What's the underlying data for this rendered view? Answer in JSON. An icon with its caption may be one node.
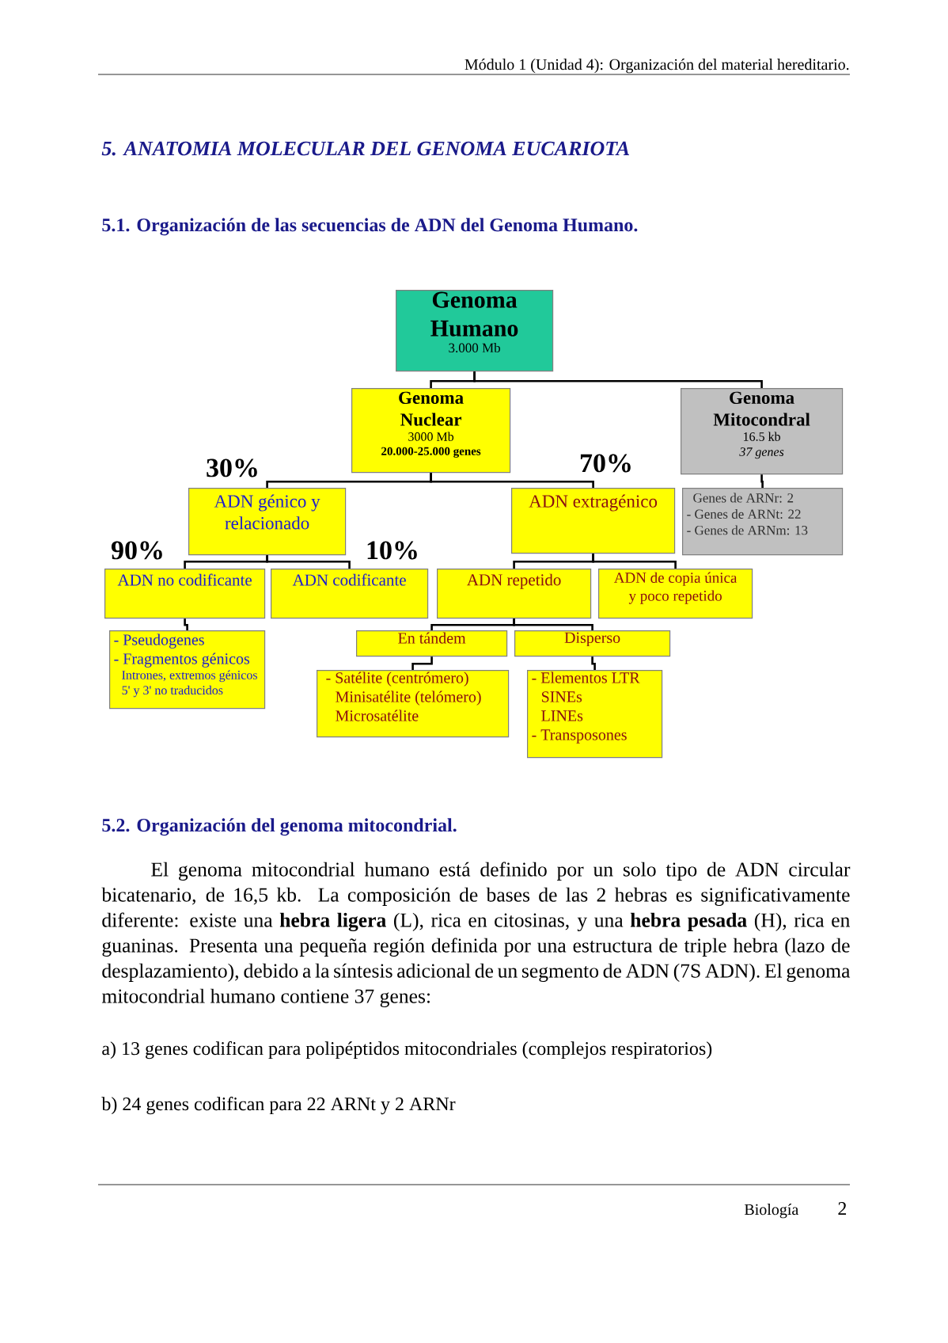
{
  "diagram": {
    "title": "5.1. Organización de las secuencias de ADN del Genoma Humano.",
    "nodes": [
      {
        "text": [
          "Genoma Humano",
          "3.000 Mb"
        ]
      },
      {
        "text": [
          "Genoma Nuclear",
          "3000 Mb",
          "20.000-25.000 genes"
        ]
      },
      {
        "text": [
          "Genoma Mitocondral",
          "16.5 kb",
          "37 genes"
        ]
      },
      {
        "text": [
          "ADN génico y relacionado"
        ],
        "beside": [
          "30%"
        ]
      },
      {
        "text": [
          "ADN extragénico"
        ],
        "beside": [
          "70%"
        ]
      },
      {
        "text": [
          "Genes de ARNr: 2",
          "- Genes de ARNt: 22",
          "- Genes de ARNm: 13"
        ]
      },
      {
        "text": [
          "ADN no codificante"
        ],
        "beside": [
          "90%"
        ]
      },
      {
        "text": [
          "ADN codificante"
        ],
        "beside": [
          "10%"
        ]
      },
      {
        "text": [
          "ADN repetido"
        ]
      },
      {
        "text": [
          "ADN de copia única y poco repetido"
        ]
      },
      {
        "text": [
          "- Pseudogenes",
          "- Fragmentos génicos",
          "Intrones, extremos génicos 5' y 3' no traducidos"
        ]
      },
      {
        "text": [
          "En tándem"
        ]
      },
      {
        "text": [
          "Disperso"
        ]
      },
      {
        "text": [
          "- Satélite (centrómero)",
          "Minisatélite (telómero)",
          "Microsatélite"
        ]
      },
      {
        "text": [
          "- Elementos LTR",
          "SINEs",
          "LINEs",
          "- Transposones"
        ]
      }
    ],
    "edges": [
      {
        "from": 0,
        "to": 1,
        "arrow": "none"
      },
      {
        "from": 0,
        "to": 2,
        "arrow": "none"
      },
      {
        "from": 1,
        "to": 3,
        "arrow": "none"
      },
      {
        "from": 1,
        "to": 4,
        "arrow": "none"
      },
      {
        "from": 2,
        "to": 5,
        "arrow": "none"
      },
      {
        "from": 3,
        "to": 6,
        "arrow": "none"
      },
      {
        "from": 3,
        "to": 7,
        "arrow": "none"
      },
      {
        "from": 4,
        "to": 8,
        "arrow": "none"
      },
      {
        "from": 4,
        "to": 9,
        "arrow": "none"
      },
      {
        "from": 6,
        "to": 10,
        "arrow": "none"
      },
      {
        "from": 8,
        "to": 11,
        "arrow": "none"
      },
      {
        "from": 8,
        "to": 12,
        "arrow": "none"
      },
      {
        "from": 11,
        "to": 13,
        "arrow": "none"
      },
      {
        "from": 12,
        "to": 14,
        "arrow": "none"
      }
    ],
    "labels": [
      "Módulo 1 (Unidad 4): Organización del material hereditario.",
      "5. ANATOMIA MOLECULAR DEL GENOMA EUCARIOTA",
      "5.2. Organización del genoma mitocondrial.",
      "El genoma mitocondrial humano está definido por un solo tipo de ADN circular bicatenario, de 16,5 kb. La composición de bases de las 2 hebras es significativamente diferente: existe una **hebra ligera** (L), rica en citosinas, y una **hebra pesada** (H), rica en guaninas. Presenta una pequeña región definida por una estructura de triple hebra (lazo de desplazamiento), debido a la síntesis adicional de un segmento de ADN (7S ADN). El genoma mitocondrial humano contiene 37 genes:",
      "a) 13 genes codifican para polipéptidos mitocondriales (complejos respiratorios)",
      "b) 24 genes codifican para 22 ARNt y 2 ARNr",
      "Biología",
      "2"
    ]
  }
}
